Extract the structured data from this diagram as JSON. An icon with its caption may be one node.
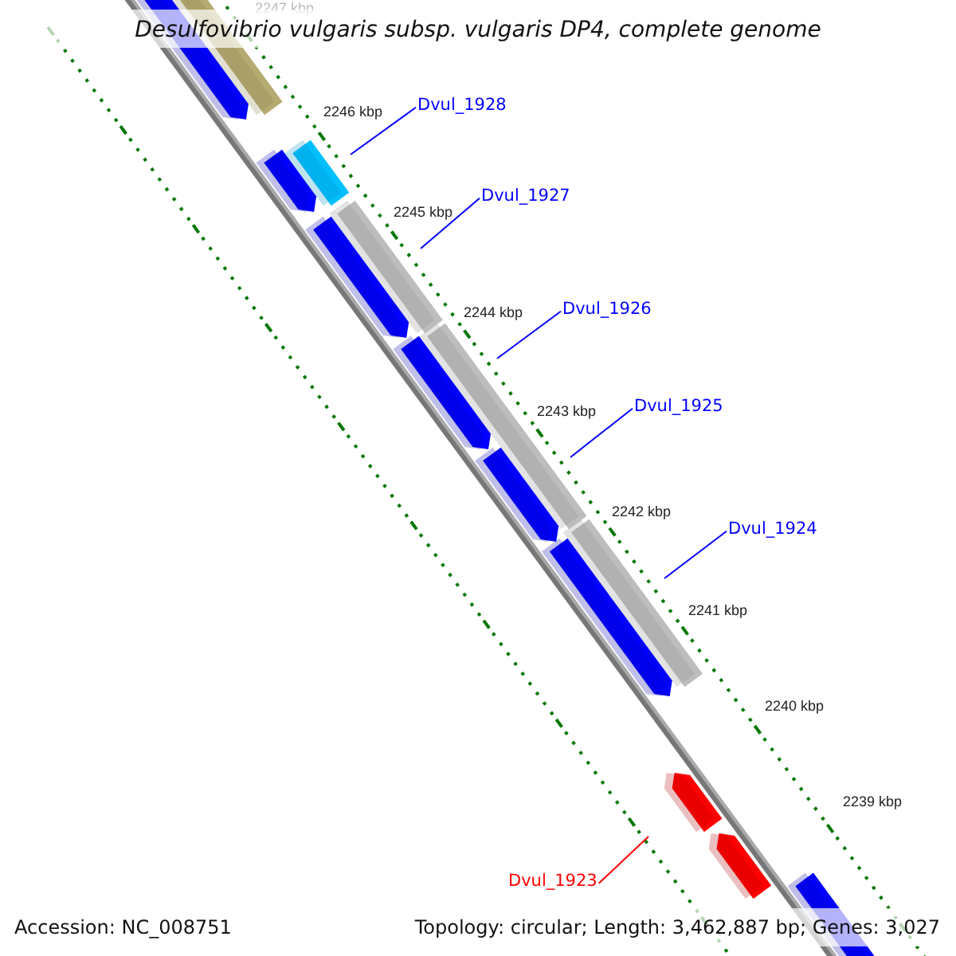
{
  "diagram": {
    "title": "Desulfovibrio vulgaris subsp. vulgaris DP4, complete genome",
    "nodes": [
      {
        "text": [
          "Dvul_1928"
        ]
      },
      {
        "text": [
          "Dvul_1927"
        ]
      },
      {
        "text": [
          "Dvul_1926"
        ]
      },
      {
        "text": [
          "Dvul_1925"
        ]
      },
      {
        "text": [
          "Dvul_1924"
        ]
      },
      {
        "text": [
          "Dvul_1923"
        ]
      }
    ],
    "edges": [
      {
        "from": 0,
        "to": null,
        "arrow": "none"
      },
      {
        "from": 1,
        "to": null,
        "arrow": "none"
      },
      {
        "from": 2,
        "to": null,
        "arrow": "none"
      },
      {
        "from": 3,
        "to": null,
        "arrow": "none"
      },
      {
        "from": 4,
        "to": null,
        "arrow": "none"
      },
      {
        "from": 5,
        "to": null,
        "arrow": "none",
        "color": "#ff0000"
      }
    ],
    "labels": [
      "2247 kbp",
      "2246 kbp",
      "2245 kbp",
      "2244 kbp",
      "2243 kbp",
      "2242 kbp",
      "2241 kbp",
      "2240 kbp",
      "2239 kbp",
      "Accession: NC_008751",
      "Topology: circular; Length: 3,462,887 bp; Genes: 3,027"
    ]
  }
}
